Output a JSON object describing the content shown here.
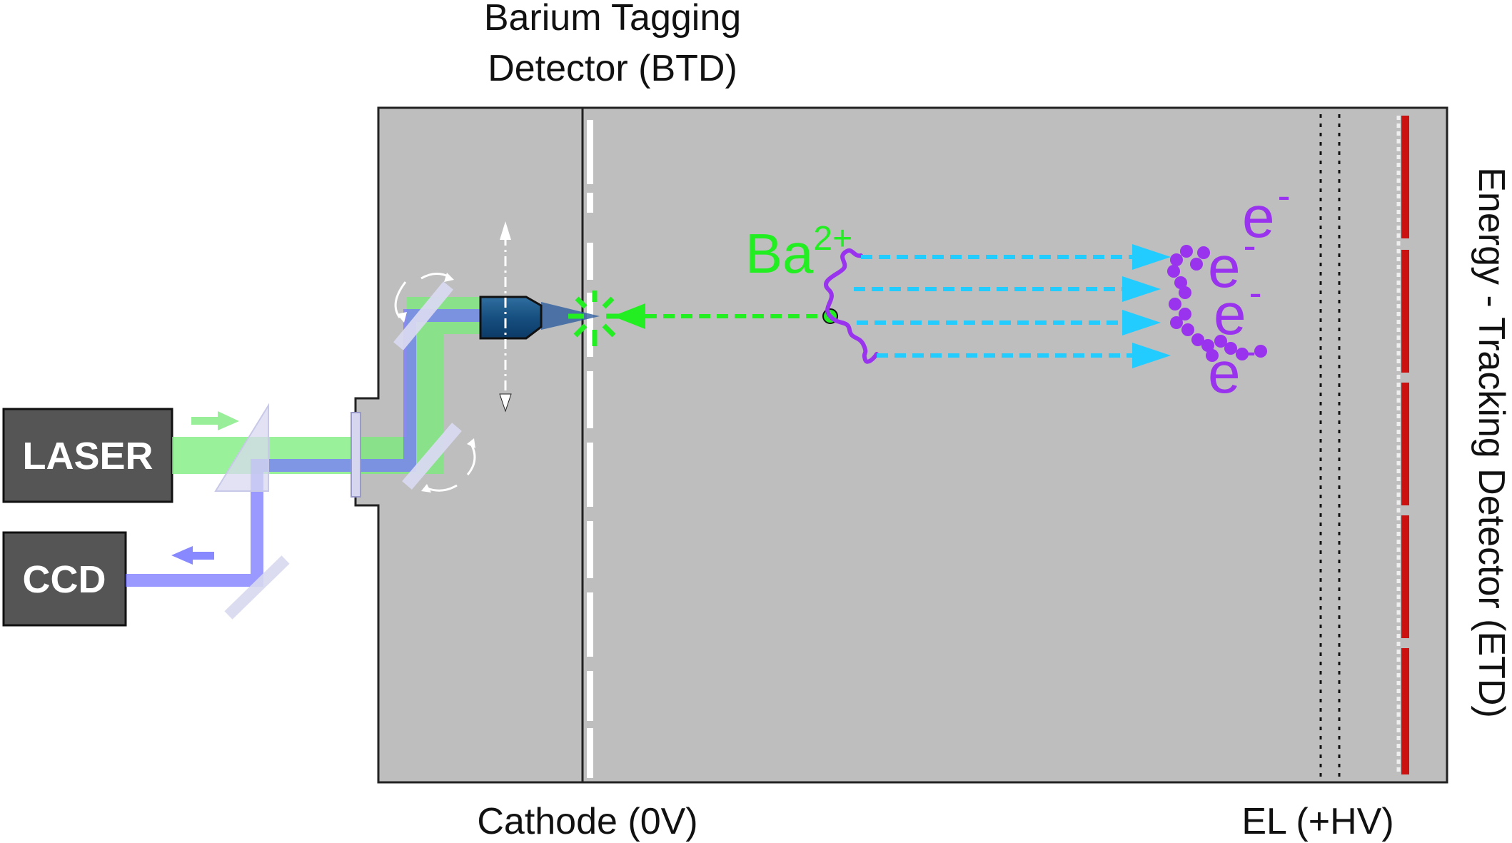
{
  "labels": {
    "btd_line1": "Barium Tagging",
    "btd_line2": "Detector (BTD)",
    "cathode": "Cathode (0V)",
    "el": "EL (+HV)",
    "etd": "Energy - Tracking Detector (ETD)",
    "laser": "LASER",
    "ccd": "CCD",
    "ion": "Ba",
    "ion_charge": "2+",
    "electron": "e",
    "electron_charge": "-"
  },
  "colors": {
    "chamber": "#bebebe",
    "box": "#555555",
    "laser_beam": "#88ee88",
    "return_beam": "#8888ff",
    "ion": "#22ee22",
    "electron": "#9933ee",
    "drift_arrow": "#22ccff",
    "anode": "#cc1111"
  }
}
